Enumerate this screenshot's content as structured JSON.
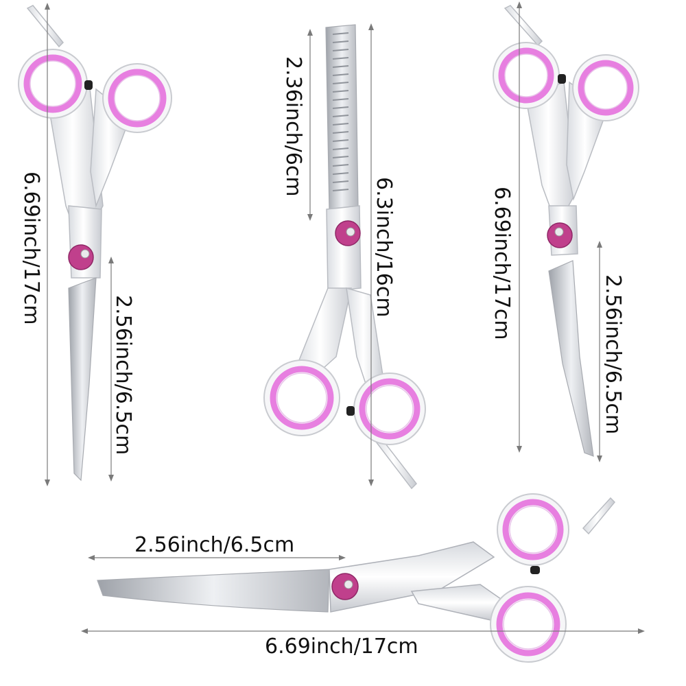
{
  "dimensions": {
    "scissor1_total": "6.69inch/17cm",
    "scissor1_blade": "2.56inch/6.5cm",
    "scissor2_teeth": "2.36inch/6cm",
    "scissor2_total": "6.3inch/16cm",
    "scissor3_total": "6.69inch/17cm",
    "scissor3_blade": "2.56inch/6.5cm",
    "scissor4_blade": "2.56inch/6.5cm",
    "scissor4_total": "6.69inch/17cm"
  },
  "colors": {
    "accent_pink": "#e77fe0",
    "screw_magenta": "#c0408c",
    "steel": "#e6e8ec"
  }
}
